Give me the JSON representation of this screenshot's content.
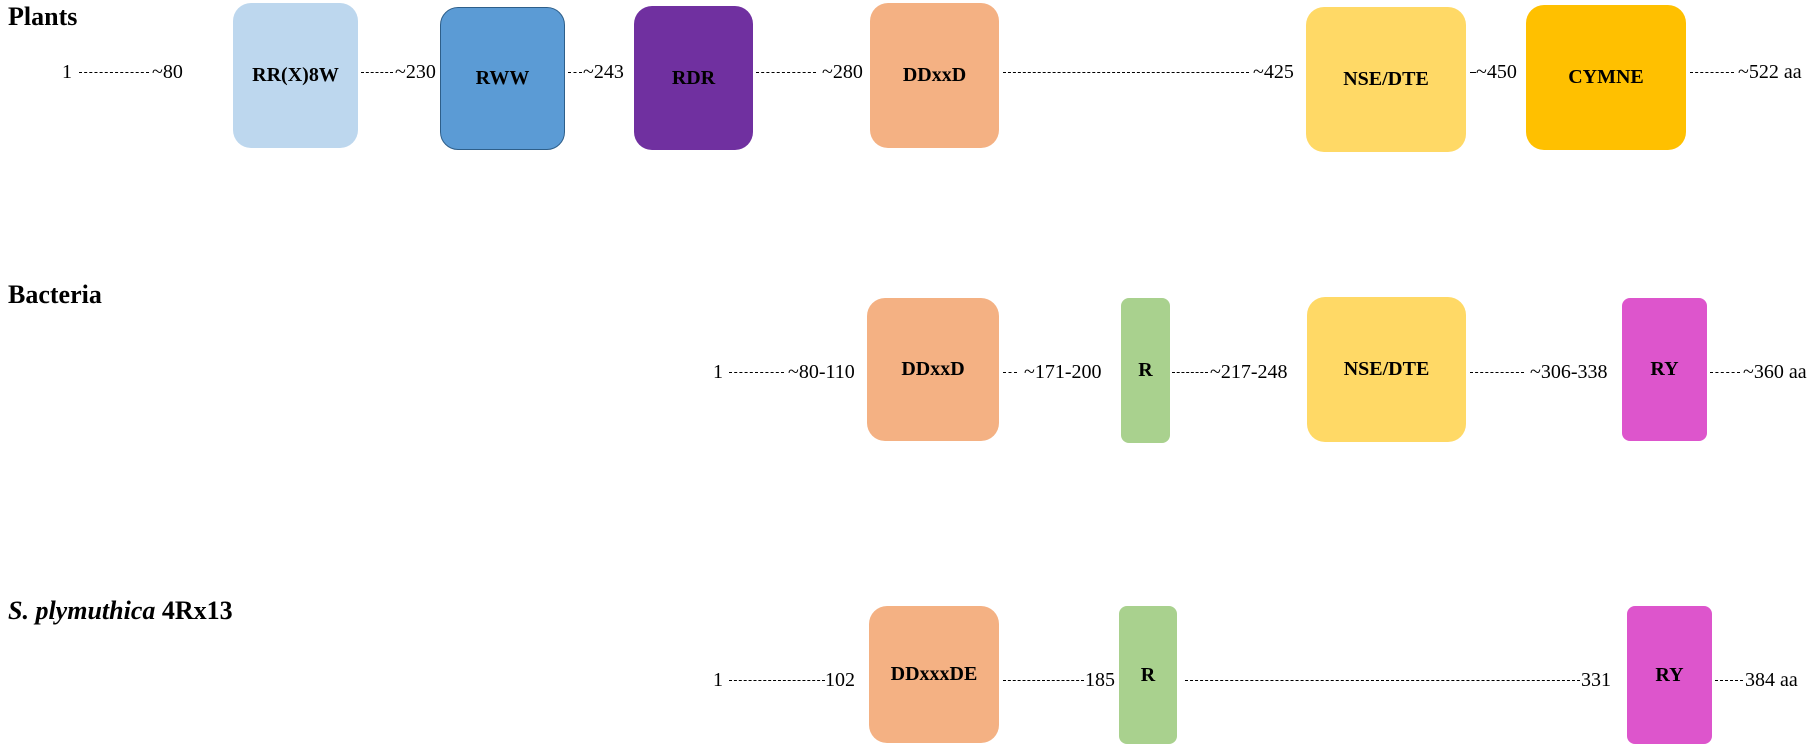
{
  "rows": {
    "plants": {
      "title": "Plants",
      "labels": [
        "1",
        "~80",
        "~230",
        "~243",
        "~280",
        "~425",
        "~450",
        "~522 aa"
      ],
      "motifs": [
        {
          "label": "RR(X)8W",
          "color": "#bdd7ee"
        },
        {
          "label": "RWW",
          "color": "#5b9bd5"
        },
        {
          "label": "RDR",
          "color": "#7030a0"
        },
        {
          "label": "DDxxD",
          "color": "#f4b183"
        },
        {
          "label": "NSE/DTE",
          "color": "#ffd966"
        },
        {
          "label": "CYMNE",
          "color": "#ffc000"
        }
      ]
    },
    "bacteria": {
      "title": "Bacteria",
      "labels": [
        "1",
        "~80-110",
        "~171-200",
        "~217-248",
        "~306-338",
        "~360 aa"
      ],
      "motifs": [
        {
          "label": "DDxxD",
          "color": "#f4b183"
        },
        {
          "label": "R",
          "color": "#a9d18e"
        },
        {
          "label": "NSE/DTE",
          "color": "#ffd966"
        },
        {
          "label": "RY",
          "color": "#dd55cc"
        }
      ]
    },
    "splymuthica": {
      "title_italic": "S. plymuthica",
      "title_rest": " 4Rx13",
      "labels": [
        "1",
        "102",
        "185",
        "331",
        "384 aa"
      ],
      "motifs": [
        {
          "label": "DDxxxDE",
          "color": "#f4b183"
        },
        {
          "label": "R",
          "color": "#a9d18e"
        },
        {
          "label": "RY",
          "color": "#dd55cc"
        }
      ]
    }
  }
}
